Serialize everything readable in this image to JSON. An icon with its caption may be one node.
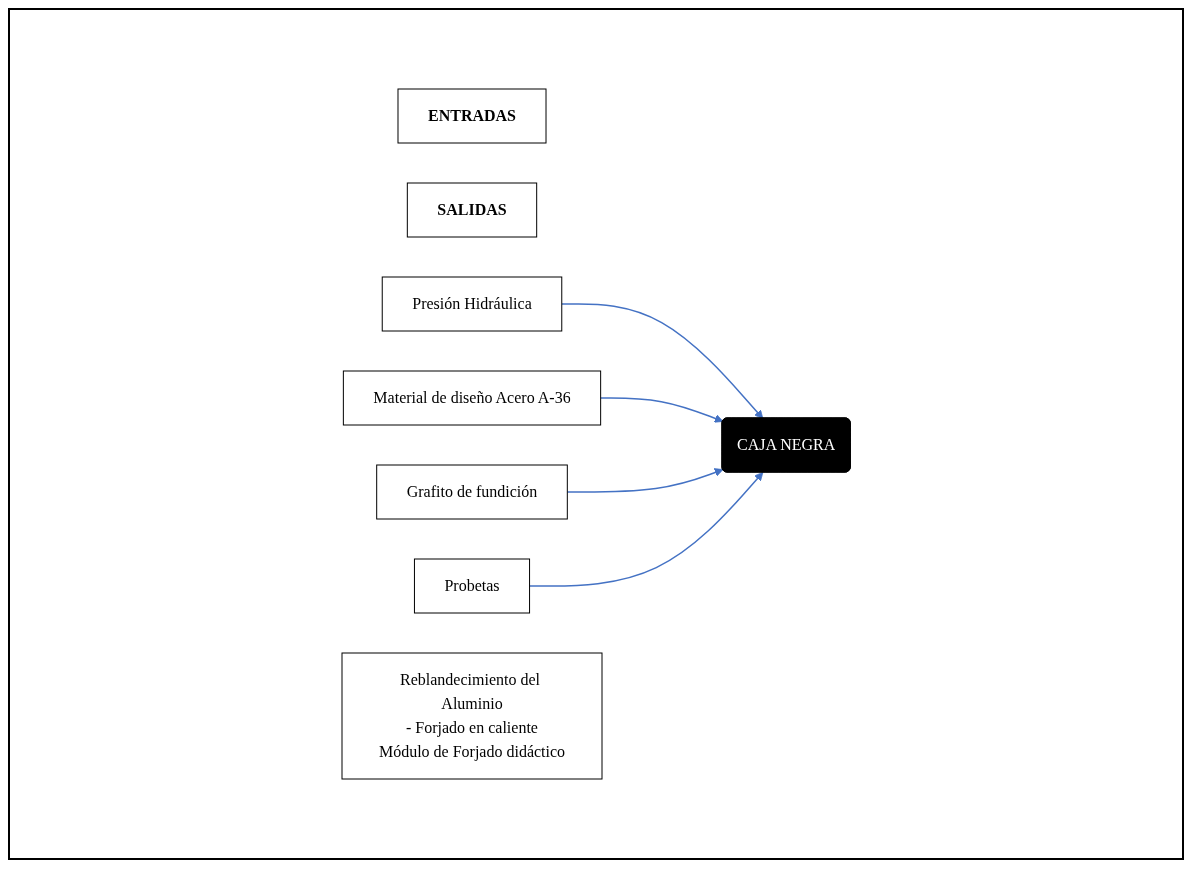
{
  "diagram": {
    "nodes": [
      {
        "text": [
          "ENTRADAS"
        ]
      },
      {
        "text": [
          "SALIDAS"
        ]
      },
      {
        "text": [
          "Presión Hidráulica"
        ]
      },
      {
        "text": [
          "Material de diseño Acero A-36"
        ]
      },
      {
        "text": [
          "Grafito de fundición"
        ]
      },
      {
        "text": [
          "Probetas"
        ]
      },
      {
        "text": [
          "CAJA NEGRA"
        ]
      },
      {
        "text": [
          "Reblandecimiento del Aluminio",
          "- Forjado en caliente",
          "Módulo de Forjado didáctico"
        ]
      }
    ],
    "edges": [
      {
        "from": 2,
        "to": 6,
        "arrow": "to",
        "color": "#4472c4"
      },
      {
        "from": 3,
        "to": 6,
        "arrow": "to",
        "color": "#4472c4"
      },
      {
        "from": 4,
        "to": 6,
        "arrow": "to",
        "color": "#4472c4"
      },
      {
        "from": 5,
        "to": 6,
        "arrow": "to",
        "color": "#4472c4"
      }
    ]
  }
}
